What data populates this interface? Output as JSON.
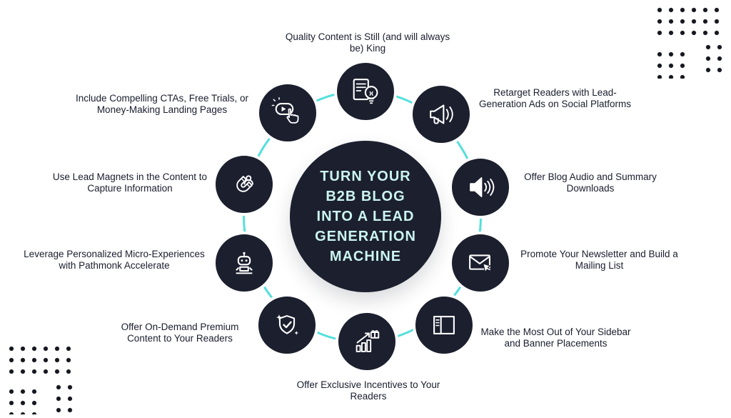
{
  "center": {
    "title": "TURN YOUR B2B BLOG INTO A LEAD GENERATION MACHINE",
    "title_lines": [
      "TURN YOUR",
      "B2B BLOG",
      "INTO A LEAD",
      "GENERATION",
      "MACHINE"
    ]
  },
  "items": [
    {
      "id": "quality-content",
      "label": "Quality Content is Still (and will always be) King",
      "icon": "document-lightbulb-icon"
    },
    {
      "id": "retarget-ads",
      "label": "Retarget Readers with Lead-Generation Ads on Social Platforms",
      "icon": "megaphone-icon"
    },
    {
      "id": "audio-downloads",
      "label": "Offer Blog Audio and Summary Downloads",
      "icon": "speaker-audio-icon"
    },
    {
      "id": "newsletter",
      "label": "Promote Your Newsletter and Build a Mailing List",
      "icon": "envelope-cursor-icon"
    },
    {
      "id": "sidebar-banner",
      "label": "Make the Most Out of Your Sidebar and Banner Placements",
      "icon": "sidebar-layout-icon"
    },
    {
      "id": "exclusive-incentives",
      "label": "Offer Exclusive Incentives to Your Readers",
      "icon": "growth-gift-icon"
    },
    {
      "id": "premium-content",
      "label": "Offer On-Demand Premium Content to Your Readers",
      "icon": "shield-check-icon"
    },
    {
      "id": "micro-experiences",
      "label": "Leverage Personalized Micro-Experiences with Pathmonk Accelerate",
      "icon": "robot-icon"
    },
    {
      "id": "lead-magnets",
      "label": "Use Lead Magnets in the Content to Capture Information",
      "icon": "magnet-person-icon"
    },
    {
      "id": "compelling-ctas",
      "label": "Include Compelling CTAs, Free Trials, or Money-Making Landing Pages",
      "icon": "cta-click-icon"
    }
  ],
  "colors": {
    "background": "#FFFFFF",
    "circle_fill": "#1B1F2E",
    "ring": "#54E0DC",
    "center_text": "#CBF4EF",
    "label_text": "#1A1E2E",
    "icon": "#FFFFFF",
    "dots": "#14171F"
  }
}
